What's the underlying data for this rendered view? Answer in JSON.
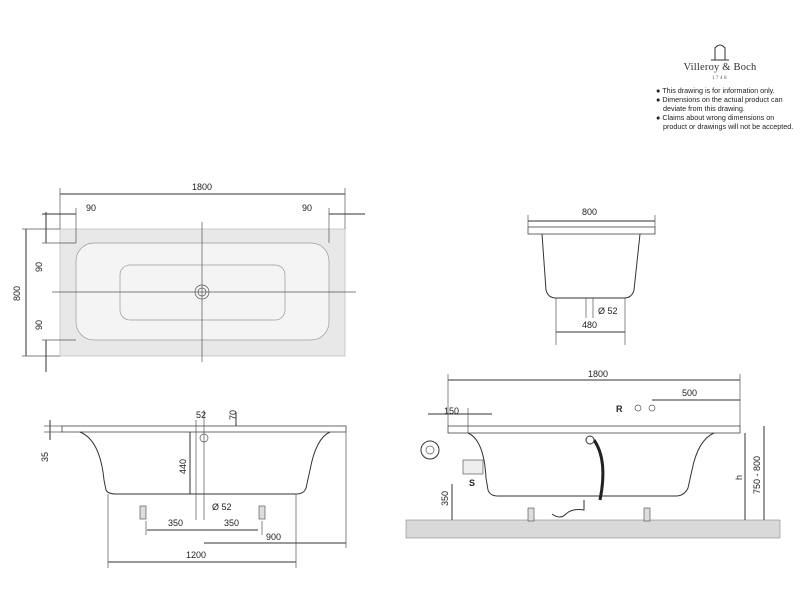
{
  "brand": {
    "name": "Villeroy & Boch",
    "year": "1748"
  },
  "notes": [
    "This drawing is for information only.",
    "Dimensions on the actual product can deviate from this drawing.",
    "Claims about wrong dimensions on product or drawings will not be accepted."
  ],
  "top_view": {
    "length": "1800",
    "inset_left": "90",
    "inset_right": "90",
    "width": "800",
    "inset_top": "90",
    "inset_bottom": "90"
  },
  "end_view": {
    "width": "800",
    "drain_diameter": "Ø 52",
    "base_width": "480"
  },
  "side_view": {
    "offset": "52",
    "rim_depth": "70",
    "rim_height": "35",
    "bottom_depth": "440",
    "drain": "Ø 52",
    "foot_left": "350",
    "foot_right": "350",
    "length_900": "900",
    "length_1200": "1200"
  },
  "install_view": {
    "length": "1800",
    "r_label": "R",
    "r_distance": "500",
    "edge": "150",
    "s_label": "S",
    "s_height": "350",
    "h_label": "h",
    "total_height": "750 - 800"
  }
}
